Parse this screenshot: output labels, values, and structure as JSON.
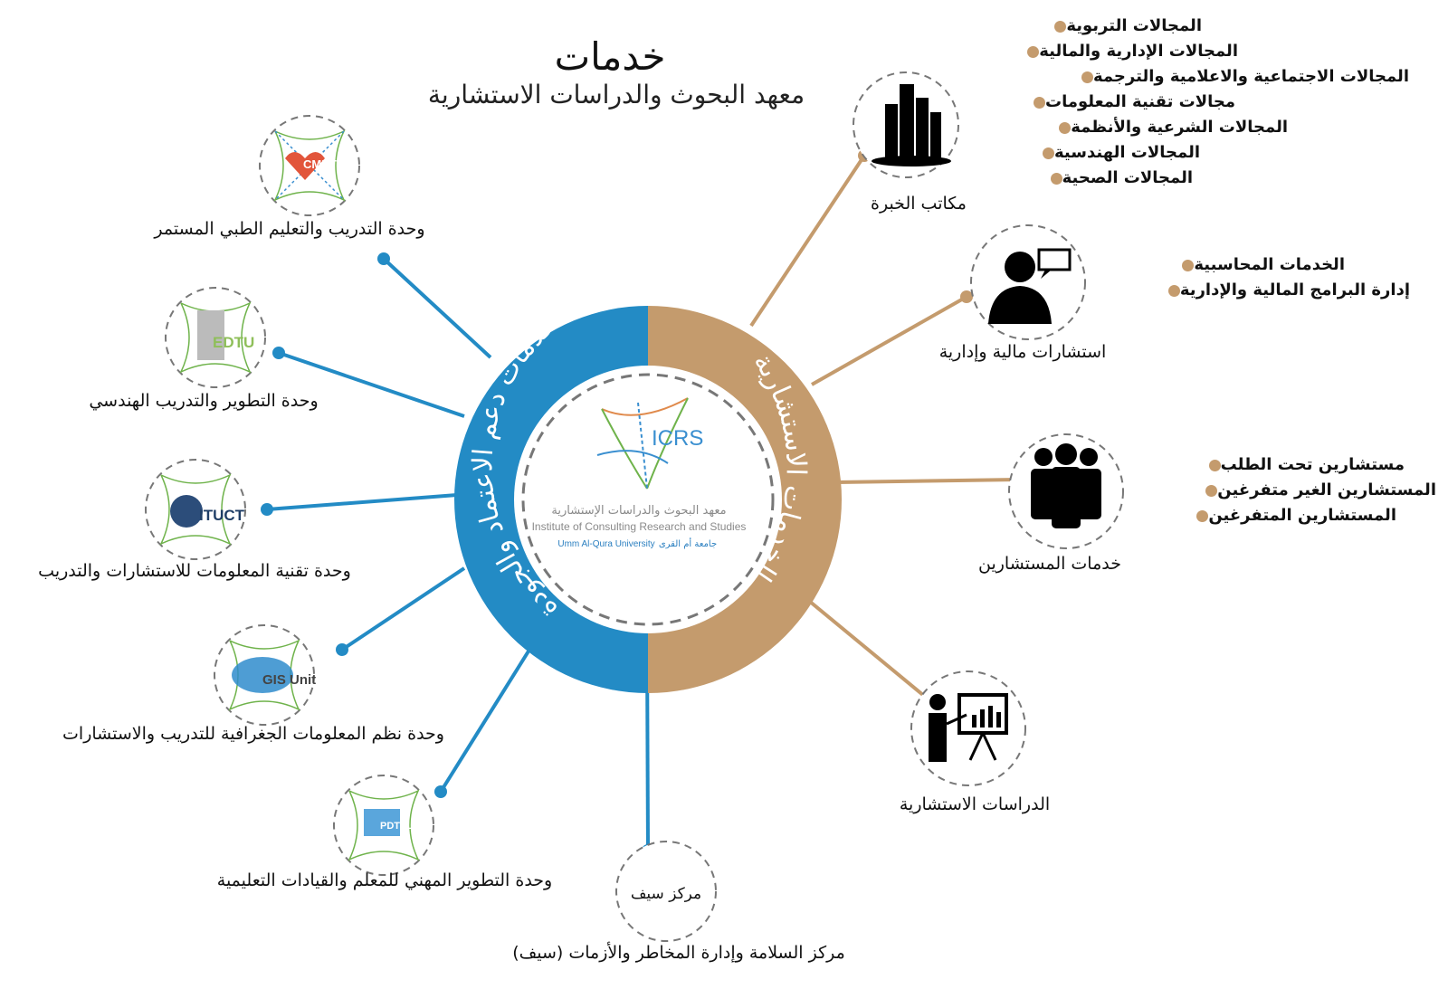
{
  "title": {
    "main": "خدمات",
    "sub": "معهد البحوث والدراسات الاستشارية"
  },
  "center": {
    "logo_text": "ICRS",
    "name_ar": "معهد البحوث والدراسات الإستشارية",
    "name_en": "Institute of Consulting Research and Studies",
    "university_en": "Umm Al-Qura University",
    "university_ar": "جامعة أم القرى"
  },
  "ring": {
    "left_label": "خدمات دعم الاعتماد والجودة",
    "right_label": "الخدمات الاستشارية",
    "left_color": "#238bc5",
    "right_color": "#c49b6d"
  },
  "right_nodes": [
    {
      "label": "مكاتب الخبرة",
      "icon": "buildings-icon",
      "bullets": [
        "المجالات التربوية",
        "المجالات الإدارية والمالية",
        "المجالات الاجتماعية والاعلامية والترجمة",
        "مجالات تقنية المعلومات",
        "المجالات الشرعية والأنظمة",
        "المجالات الهندسية",
        "المجالات الصحية"
      ]
    },
    {
      "label": "استشارات مالية وإدارية",
      "icon": "consultant-icon",
      "bullets": [
        "الخدمات المحاسبية",
        "إدارة البرامج المالية والإدارية"
      ]
    },
    {
      "label": "خدمات المستشارين",
      "icon": "group-icon",
      "bullets": [
        "مستشارين تحت الطلب",
        "المستشارين الغير متفرغين",
        "المستشارين المتفرغين"
      ]
    },
    {
      "label": "الدراسات الاستشارية",
      "icon": "presentation-icon",
      "bullets": []
    }
  ],
  "left_nodes": [
    {
      "label": "وحدة التدريب والتعليم الطبي المستمر",
      "logo": "CMETU"
    },
    {
      "label": "وحدة التطوير والتدريب الهندسي",
      "logo": "EDTU"
    },
    {
      "label": "وحدة تقنية المعلومات للاستشارات  والتدريب",
      "logo": "ITUCT"
    },
    {
      "label": "وحدة نظم المعلومات الجغرافية للتدريب والاستشارات",
      "logo": "GIS Unit"
    },
    {
      "label": "وحدة التطوير المهني للمعلم والقيادات التعليمية",
      "logo": "PDTELU"
    }
  ],
  "bottom_node": {
    "inner": "مركز سيف",
    "label": "مركز السلامة وإدارة المخاطر والأزمات (سيف)"
  }
}
